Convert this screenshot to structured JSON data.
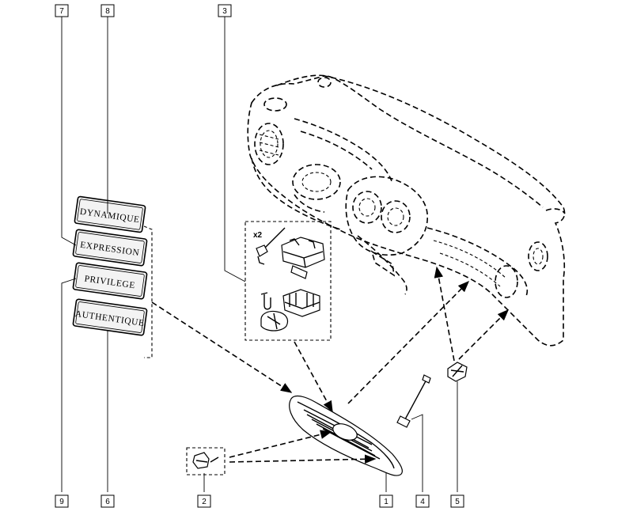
{
  "callouts": [
    {
      "id": "1",
      "label": "1"
    },
    {
      "id": "2",
      "label": "2"
    },
    {
      "id": "3",
      "label": "3"
    },
    {
      "id": "4",
      "label": "4"
    },
    {
      "id": "5",
      "label": "5"
    },
    {
      "id": "6",
      "label": "6"
    },
    {
      "id": "7",
      "label": "7"
    },
    {
      "id": "8",
      "label": "8"
    },
    {
      "id": "9",
      "label": "9"
    }
  ],
  "badges": [
    {
      "label": "DYNAMIQUE"
    },
    {
      "label": "EXPRESSION"
    },
    {
      "label": "PRIVILEGE"
    },
    {
      "label": "AUTHENTIQUE"
    }
  ],
  "kit": {
    "quantity_label": "x2"
  }
}
